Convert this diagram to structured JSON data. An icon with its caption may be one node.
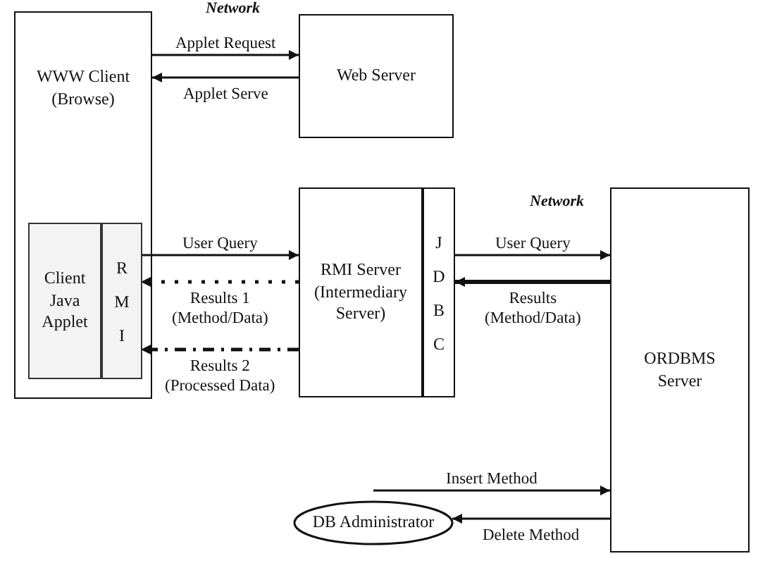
{
  "diagram": {
    "nodes": [
      {
        "text": [
          "WWW Client (Browse)"
        ]
      },
      {
        "text": [
          "Client Java Applet"
        ],
        "in": 0
      },
      {
        "text": [
          "RMI"
        ],
        "in": 0
      },
      {
        "text": [
          "Web Server"
        ]
      },
      {
        "text": [
          "RMI Server (Intermediary Server)"
        ]
      },
      {
        "text": [
          "JDBC"
        ]
      },
      {
        "text": [
          "ORDBMS Server"
        ]
      },
      {
        "text": [
          "DB Administrator"
        ]
      }
    ],
    "edges": [
      {
        "from": 0,
        "to": 3,
        "arrow": "to",
        "label": "Applet Request"
      },
      {
        "from": 3,
        "to": 0,
        "arrow": "to",
        "label": "Applet Serve"
      },
      {
        "from": 2,
        "to": 4,
        "arrow": "to",
        "label": "User Query"
      },
      {
        "from": 4,
        "to": 2,
        "arrow": "to",
        "label": "Results 1 (Method/Data)",
        "style": "dashed"
      },
      {
        "from": 4,
        "to": 2,
        "arrow": "to",
        "label": "Results 2 (Processed Data)",
        "style": "dashed"
      },
      {
        "from": 5,
        "to": 6,
        "arrow": "to",
        "label": "User Query"
      },
      {
        "from": 6,
        "to": 5,
        "arrow": "to",
        "label": "Results (Method/Data)",
        "style": "thick"
      },
      {
        "from": 7,
        "to": 6,
        "arrow": "to",
        "label": "Insert Method"
      },
      {
        "from": 6,
        "to": 7,
        "arrow": "to",
        "label": "Delete Method"
      }
    ],
    "labels": [
      "Network",
      "Network"
    ]
  }
}
